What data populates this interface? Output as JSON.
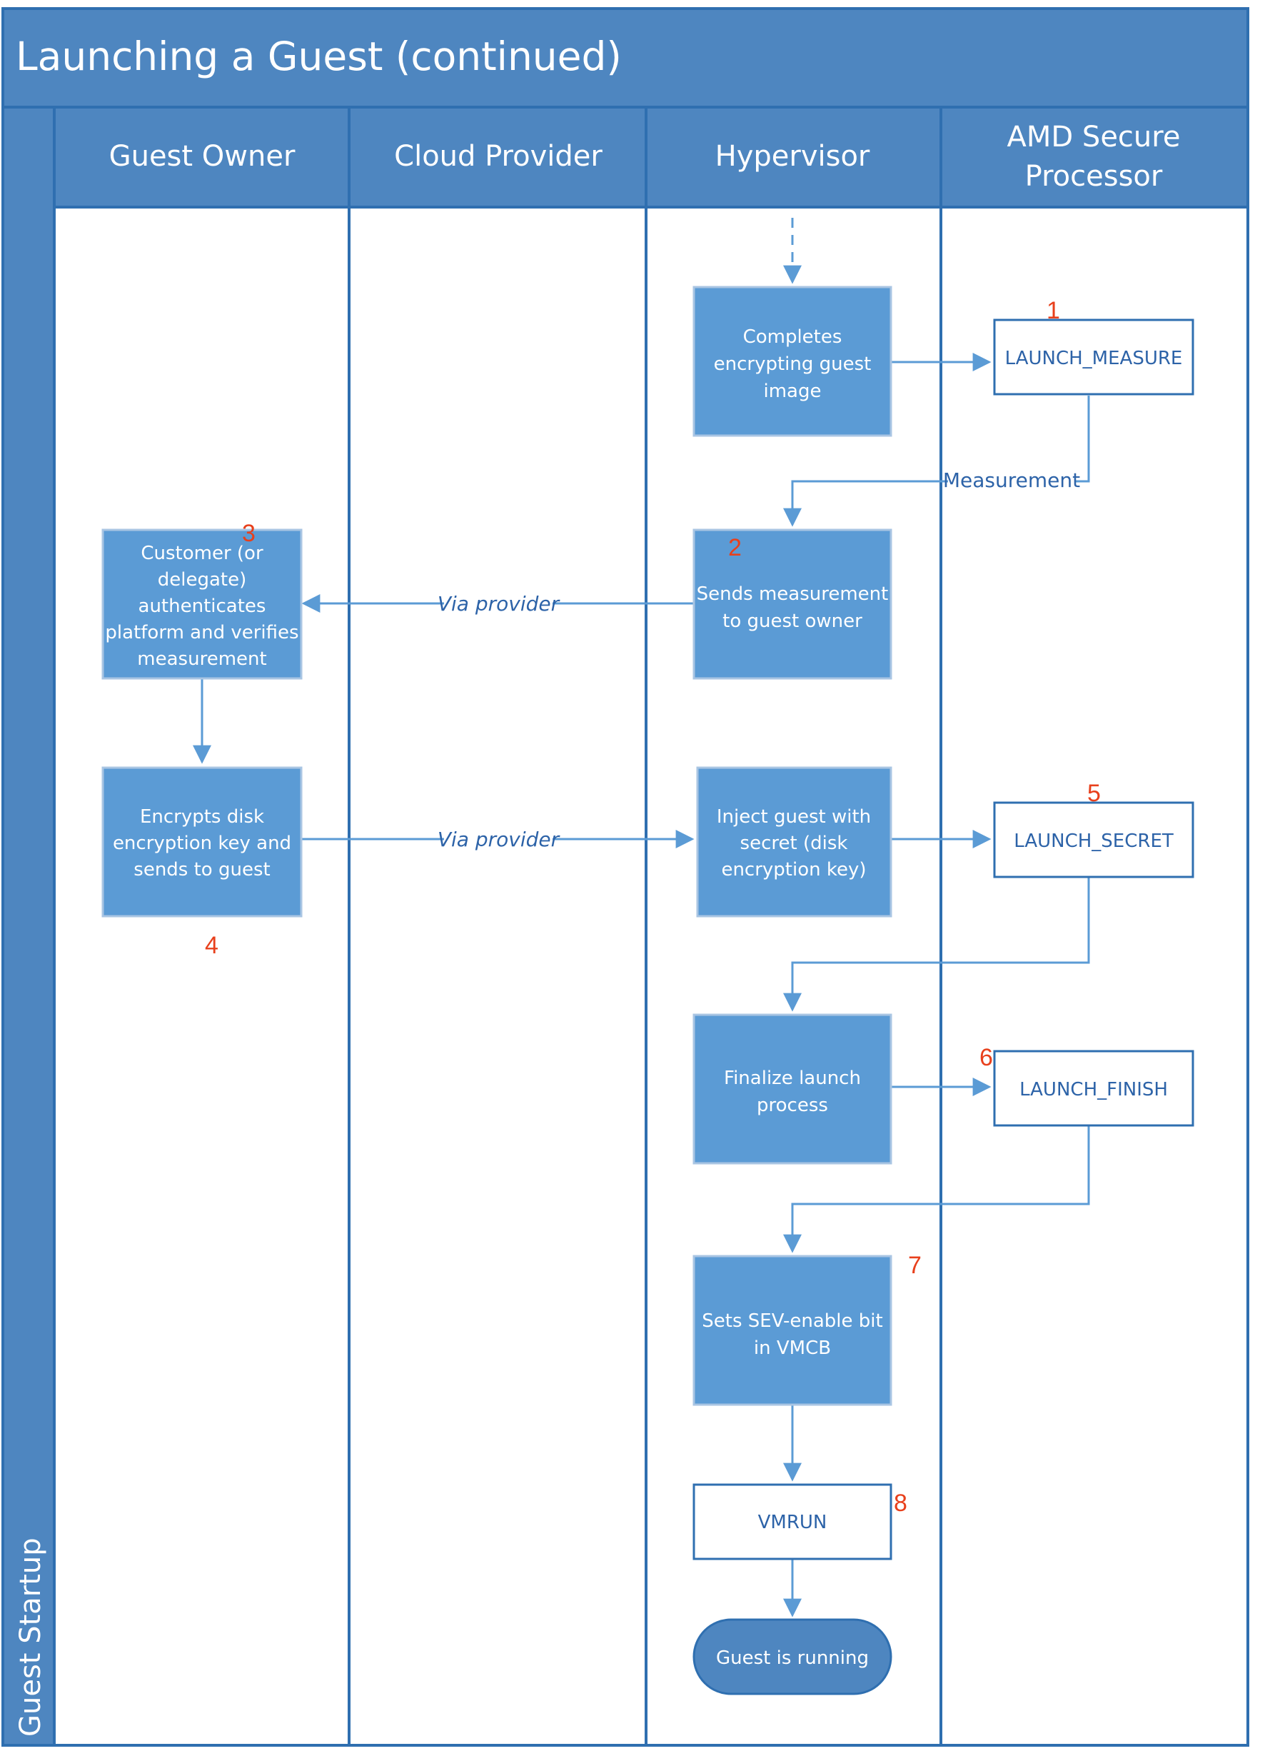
{
  "title": "Launching a Guest (continued)",
  "side_label": "Guest Startup",
  "lanes": [
    "Guest Owner",
    "Cloud Provider",
    "Hypervisor",
    "AMD Secure Processor"
  ],
  "nodes": {
    "completes": [
      "Completes",
      "encrypting guest",
      "image"
    ],
    "launch_measure": "LAUNCH_MEASURE",
    "sends": [
      "Sends measurement",
      "to guest owner"
    ],
    "customer": [
      "Customer (or",
      "delegate)",
      "authenticates",
      "platform and verifies",
      "measurement"
    ],
    "encrypts": [
      "Encrypts disk",
      "encryption key and",
      "sends to guest"
    ],
    "inject": [
      "Inject guest with",
      "secret (disk",
      "encryption key)"
    ],
    "launch_secret": "LAUNCH_SECRET",
    "finalize": [
      "Finalize launch",
      "process"
    ],
    "launch_finish": "LAUNCH_FINISH",
    "sets": [
      "Sets SEV-enable bit",
      "in VMCB"
    ],
    "vmrun": "VMRUN",
    "running": "Guest is running"
  },
  "edge_labels": {
    "measurement": "Measurement",
    "via1": "Via provider",
    "via2": "Via provider"
  },
  "step_numbers": [
    "1",
    "2",
    "3",
    "4",
    "5",
    "6",
    "7",
    "8"
  ],
  "colors": {
    "header": "#4e86c0",
    "box": "#5b9bd5",
    "border": "#2f6fb0",
    "line": "#5b9bd5",
    "text_dark": "#2d63a8",
    "number": "#e8401c"
  }
}
